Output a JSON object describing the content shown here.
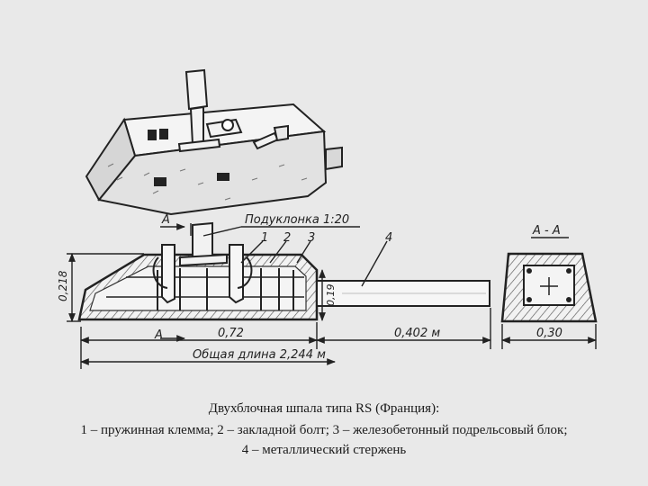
{
  "labels": {
    "cant": "Подуклонка 1:20",
    "section_mark": "А",
    "section_title": "А - А",
    "part1": "1",
    "part2": "2",
    "part3": "3",
    "part4": "4",
    "height": "0,218",
    "block_length": "0,72",
    "rod_length": "0,402 м",
    "block_height": "0,19",
    "section_width": "0,30",
    "total_length": "Общая длина 2,244 м"
  },
  "caption": {
    "line1": "Двухблочная шпала типа RS (Франция):",
    "line2": "1 – пружинная клемма; 2 – закладной болт; 3 – железобетонный подрельсовый блок;",
    "line3": "4 – металлический стержень"
  }
}
